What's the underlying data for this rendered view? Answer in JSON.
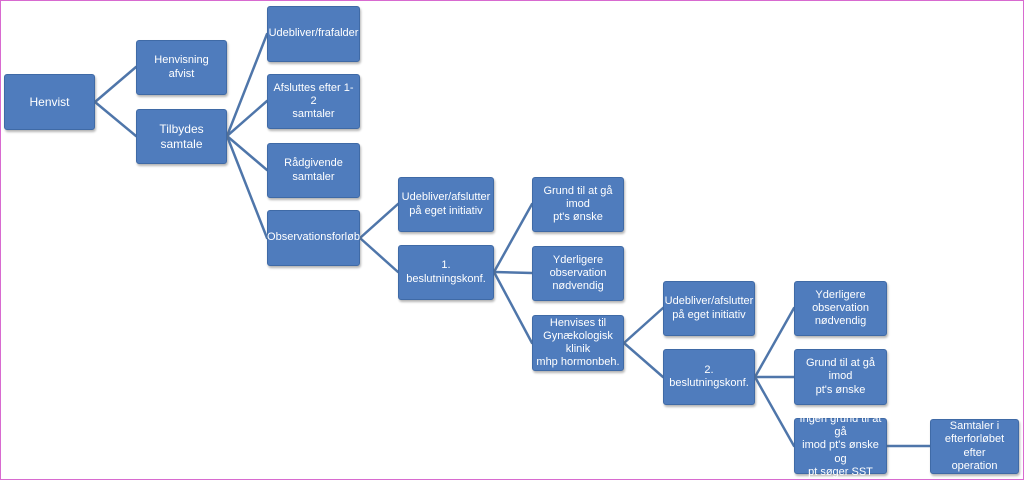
{
  "diagram": {
    "nodes": {
      "henvist": "Henvist",
      "henvisning_afvist": "Henvisning afvist",
      "tilbydes_samtale": "Tilbydes samtale",
      "udebliver_frafalder": "Udebliver/frafalder",
      "afsluttes_efter": "Afsluttes efter 1-2\nsamtaler",
      "raadgivende": "Rådgivende\nsamtaler",
      "observationsforloeb": "Observationsforløb",
      "udebliver_afslutter_1": "Udebliver/afslutter\npå eget initiativ",
      "beslutningskonf_1": "1. beslutningskonf.",
      "grund_1": "Grund til at gå imod\npt's ønske",
      "yderligere_1": "Yderligere\nobservation\nnødvendig",
      "henvises_til": "Henvises til\nGynækologisk klinik\nmhp hormonbeh.",
      "udebliver_afslutter_2": "Udebliver/afslutter\npå eget initiativ",
      "beslutningskonf_2": "2. beslutningskonf.",
      "yderligere_2": "Yderligere\nobservation\nnødvendig",
      "grund_2": "Grund til at gå imod\npt's ønske",
      "ingen_grund": "Ingen grund til at gå\nimod pt's ønske og\npt søger SST",
      "samtaler_efterforloebet": "Samtaler i\nefterforløbet efter\noperation"
    },
    "colors": {
      "node_fill": "#4f7cbd",
      "connector": "#4f76aa",
      "frame_border": "#d86ad0"
    }
  }
}
